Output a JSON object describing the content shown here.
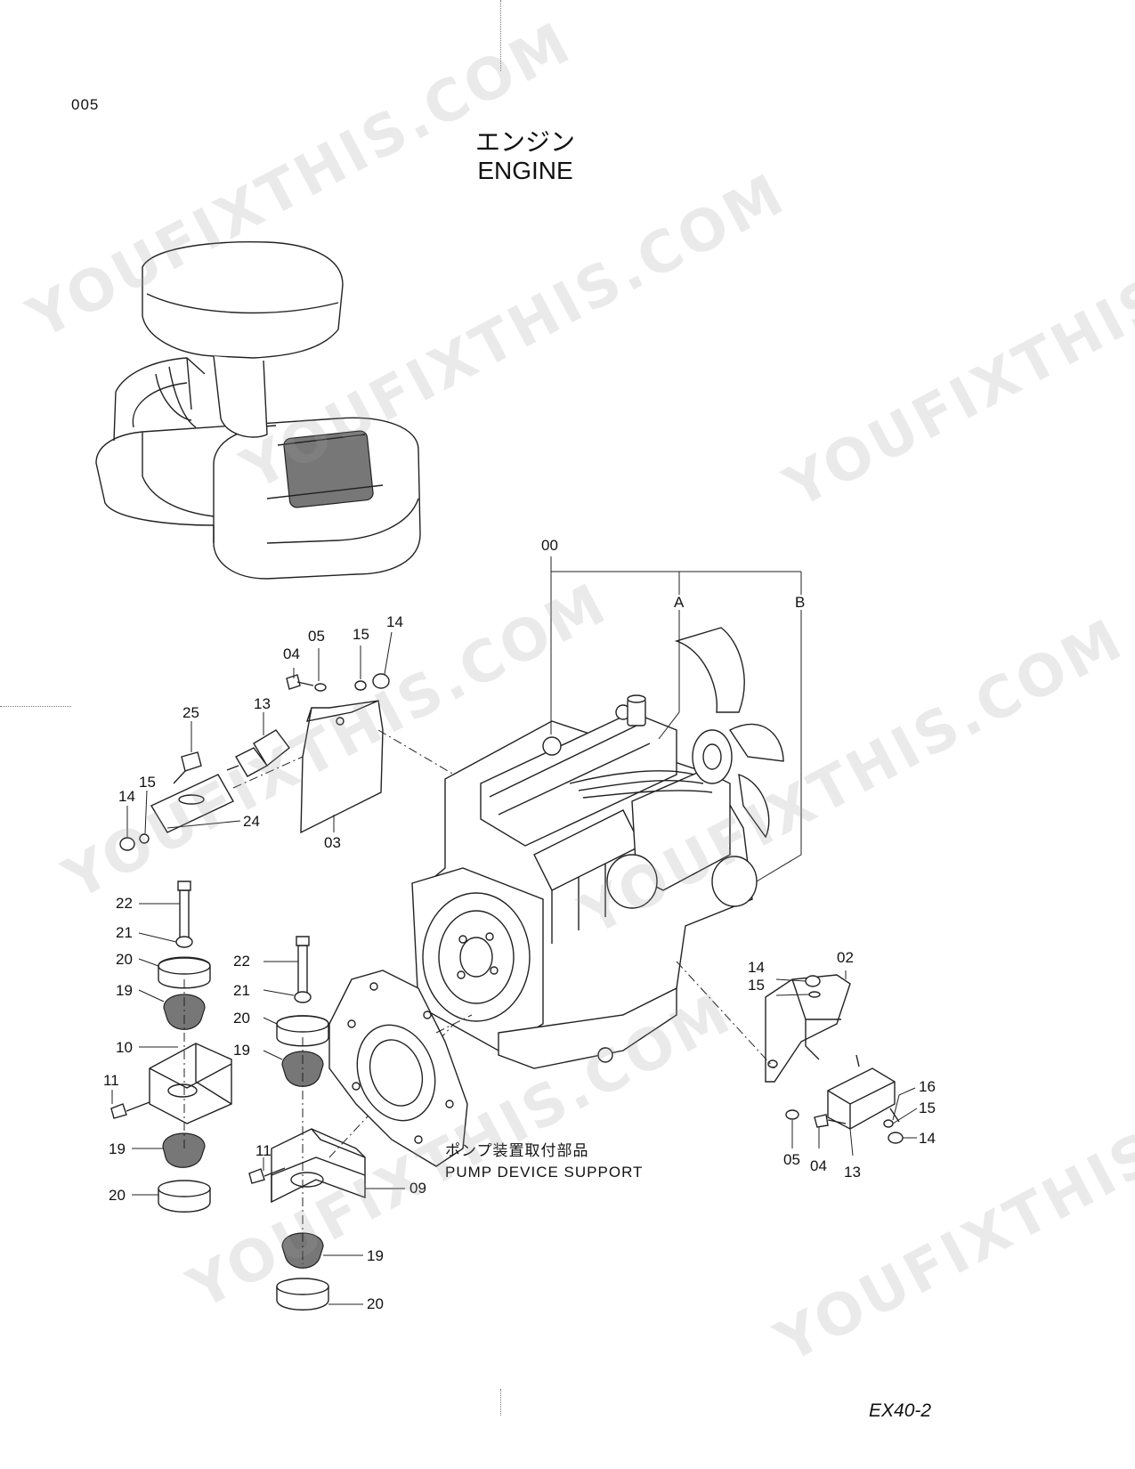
{
  "page": {
    "number": "005",
    "model": "EX40-2"
  },
  "title": {
    "japanese": "エンジン",
    "english": "ENGINE"
  },
  "note": {
    "japanese": "ポンプ装置取付部品",
    "english": "PUMP DEVICE SUPPORT"
  },
  "labels": {
    "l00": "00",
    "lA": "A",
    "lB": "B",
    "l04a": "04",
    "l05a": "05",
    "l15a": "15",
    "l14a": "14",
    "l25": "25",
    "l13a": "13",
    "l15b": "15",
    "l14b": "14",
    "l24": "24",
    "l03": "03",
    "l22a": "22",
    "l21a": "21",
    "l20a": "20",
    "l19a": "19",
    "l10": "10",
    "l11a": "11",
    "l19b": "19",
    "l20b": "20",
    "l22b": "22",
    "l21b": "21",
    "l20c": "20",
    "l19c": "19",
    "l11b": "11",
    "l09": "09",
    "l19d": "19",
    "l20d": "20",
    "l14c": "14",
    "l15c": "15",
    "l02": "02",
    "l16": "16",
    "l15d": "15",
    "l14d": "14",
    "l05b": "05",
    "l04b": "04",
    "l13b": "13"
  },
  "watermarks": [
    "YOUFIXTHIS.COM",
    "YOUFIXTHIS.COM",
    "YOUFIXTHIS.COM",
    "YOUFIXTHIS.COM",
    "YOUFIXTHIS.COM",
    "YOUFIXTHIS.COM",
    "YOUFIXTHIS.COM"
  ]
}
